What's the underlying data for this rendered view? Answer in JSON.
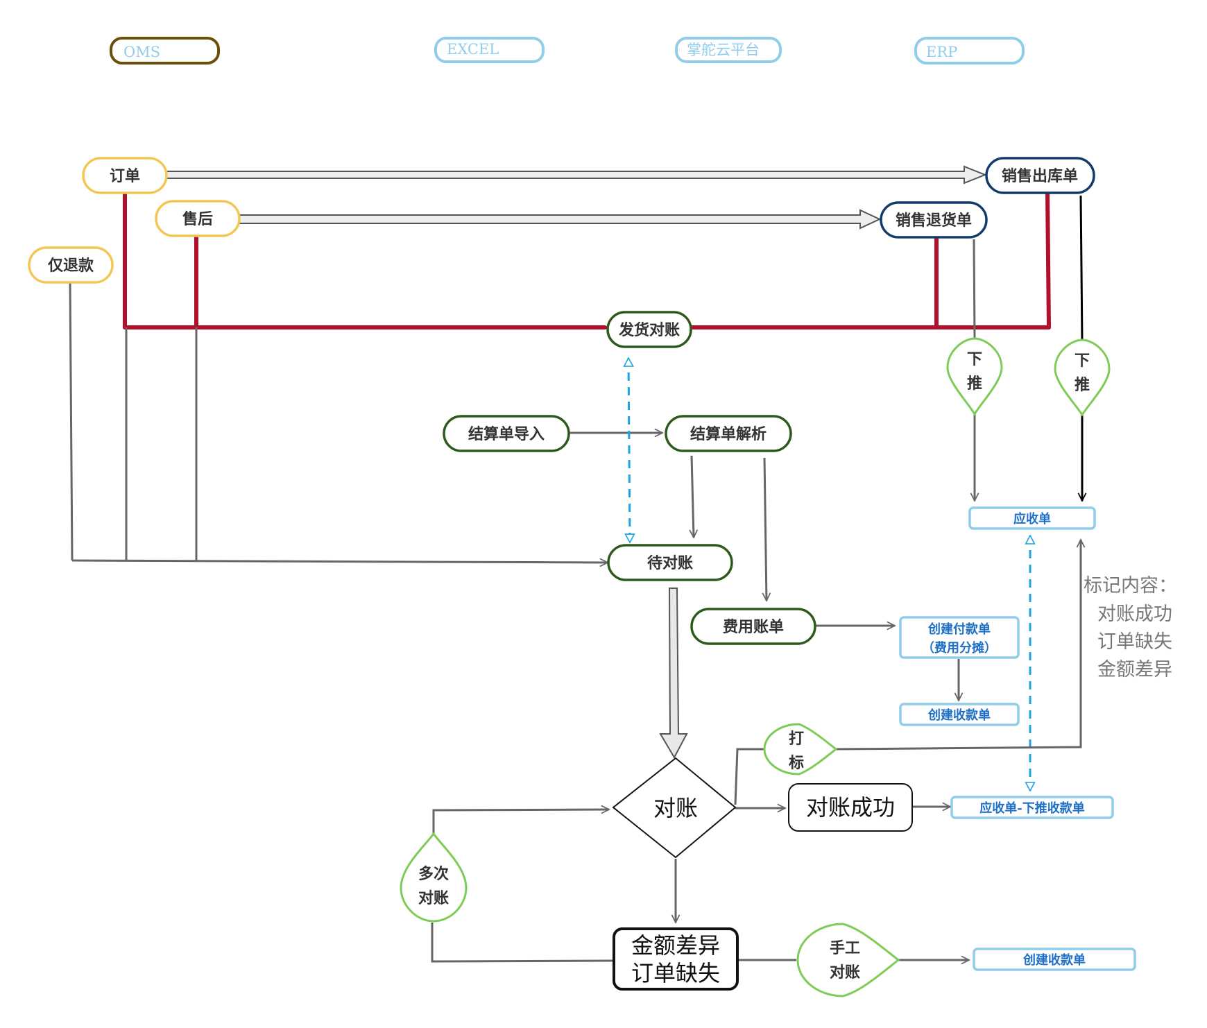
{
  "legend": [
    {
      "id": "oms",
      "label": "OMS",
      "color": "#6b4e0a"
    },
    {
      "id": "excel",
      "label": "EXCEL",
      "color": "#8fcdea"
    },
    {
      "id": "helm",
      "label": "掌舵云平台",
      "color": "#8fcdea"
    },
    {
      "id": "erp",
      "label": "ERP",
      "color": "#8fcdea"
    }
  ],
  "nodes": {
    "order": "订单",
    "after_sale": "售后",
    "refund_only": "仅退款",
    "sales_out": "销售出库单",
    "sales_return": "销售退货单",
    "ship_recon": "发货对账",
    "settle_import": "结算单导入",
    "settle_parse": "结算单解析",
    "pending": "待对账",
    "expense": "费用账单",
    "receivable": "应收单",
    "create_payment_line1": "创建付款单",
    "create_payment_line2": "（费用分摊）",
    "create_receipt1": "创建收款单",
    "reconcile": "对账",
    "success": "对账成功",
    "receivable_push": "应收单-下推收款单",
    "diff_line1": "金额差异",
    "diff_line2": "订单缺失",
    "create_receipt2": "创建收款单"
  },
  "drops": {
    "push1": [
      "下",
      "推"
    ],
    "push2": [
      "下",
      "推"
    ],
    "mark": [
      "打",
      "标"
    ],
    "multi": [
      "多次",
      "对账"
    ],
    "manual": [
      "手工",
      "对账"
    ]
  },
  "note": {
    "title": "标记内容：",
    "items": [
      "对账成功",
      "订单缺失",
      "金额差异"
    ]
  },
  "colors": {
    "oms_yellow": "#f4c656",
    "erp_navy": "#123a6b",
    "green_dark": "#2d5a1b",
    "green_light": "#7ecb57",
    "blue_light": "#8fcdea",
    "blue_dash": "#1aa3e6",
    "red": "#b0102a",
    "gray": "#666666"
  }
}
